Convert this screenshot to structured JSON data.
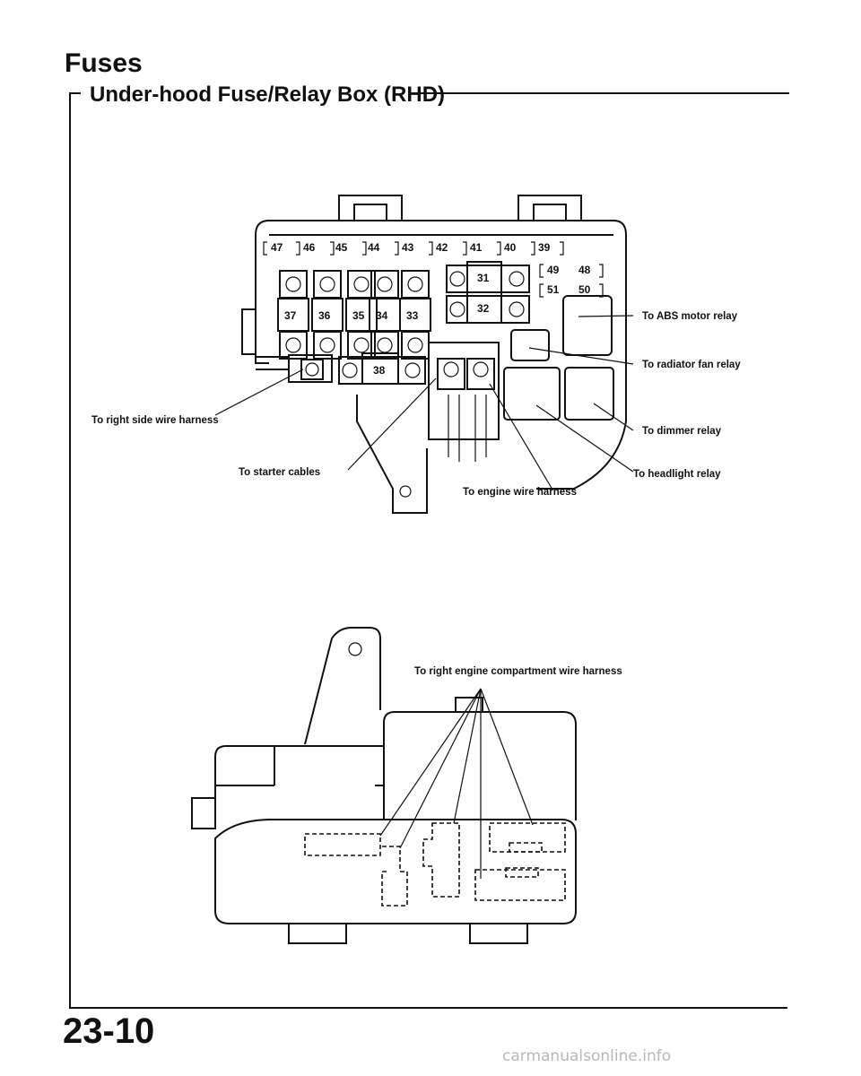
{
  "header": {
    "title": "Fuses",
    "subtitle": "Under-hood Fuse/Relay Box (RHD)"
  },
  "fuse_box": {
    "top_row_fuses": [
      "47",
      "46",
      "45",
      "44",
      "43",
      "42",
      "41",
      "40",
      "39"
    ],
    "right_small_row1": [
      "49",
      "48"
    ],
    "right_small_row2": [
      "51",
      "50"
    ],
    "vertical_fuses": [
      "37",
      "36",
      "35",
      "34",
      "33"
    ],
    "horizontal_fuses": [
      "31",
      "32",
      "38"
    ]
  },
  "callouts": {
    "abs_motor_relay": "To ABS motor relay",
    "radiator_fan_relay": "To radiator fan relay",
    "dimmer_relay": "To dimmer relay",
    "headlight_relay": "To headlight relay",
    "right_side_wire_harness": "To right side wire harness",
    "starter_cables": "To starter cables",
    "engine_wire_harness": "To engine wire harness",
    "right_engine_compartment_harness": "To right engine compartment wire harness"
  },
  "footer": {
    "page_number": "23-10",
    "watermark": "carmanualsonline.info"
  }
}
